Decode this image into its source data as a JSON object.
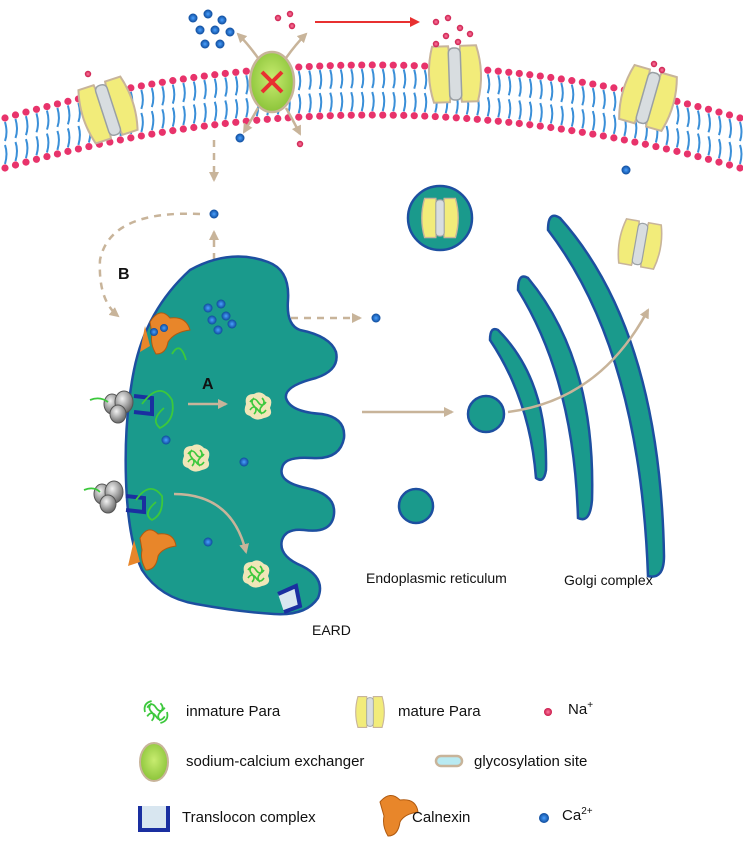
{
  "labels": {
    "panel_a": "A",
    "panel_b": "B",
    "er": "Endoplasmic reticulum",
    "golgi": "Golgi complex",
    "eard": "EARD"
  },
  "legend": {
    "immature_para": "inmature Para",
    "mature_para": "mature Para",
    "na_base": "Na",
    "na_sup": "+",
    "ncx": "sodium-calcium exchanger",
    "glyco": "glycosylation site",
    "translocon": "Translocon complex",
    "calnexin": "Calnexin",
    "ca_base": "Ca",
    "ca_sup": "2+"
  },
  "colors": {
    "er_fill": "#1a9a8c",
    "er_stroke": "#1d4fa0",
    "na_ion": "#e8336b",
    "ca_ion": "#1a6bc0",
    "membrane_head_pink": "#e8336b",
    "membrane_tail_blue": "#3a8fd8",
    "channel_yellow": "#f2ec7a",
    "exchanger_green": "#a8d84a",
    "calnexin_orange": "#e8862a",
    "translocon_blue": "#1a2fa0",
    "arrow_tan": "#c8b49a",
    "arrow_red": "#e83030",
    "immature_green": "#3cc83c"
  }
}
